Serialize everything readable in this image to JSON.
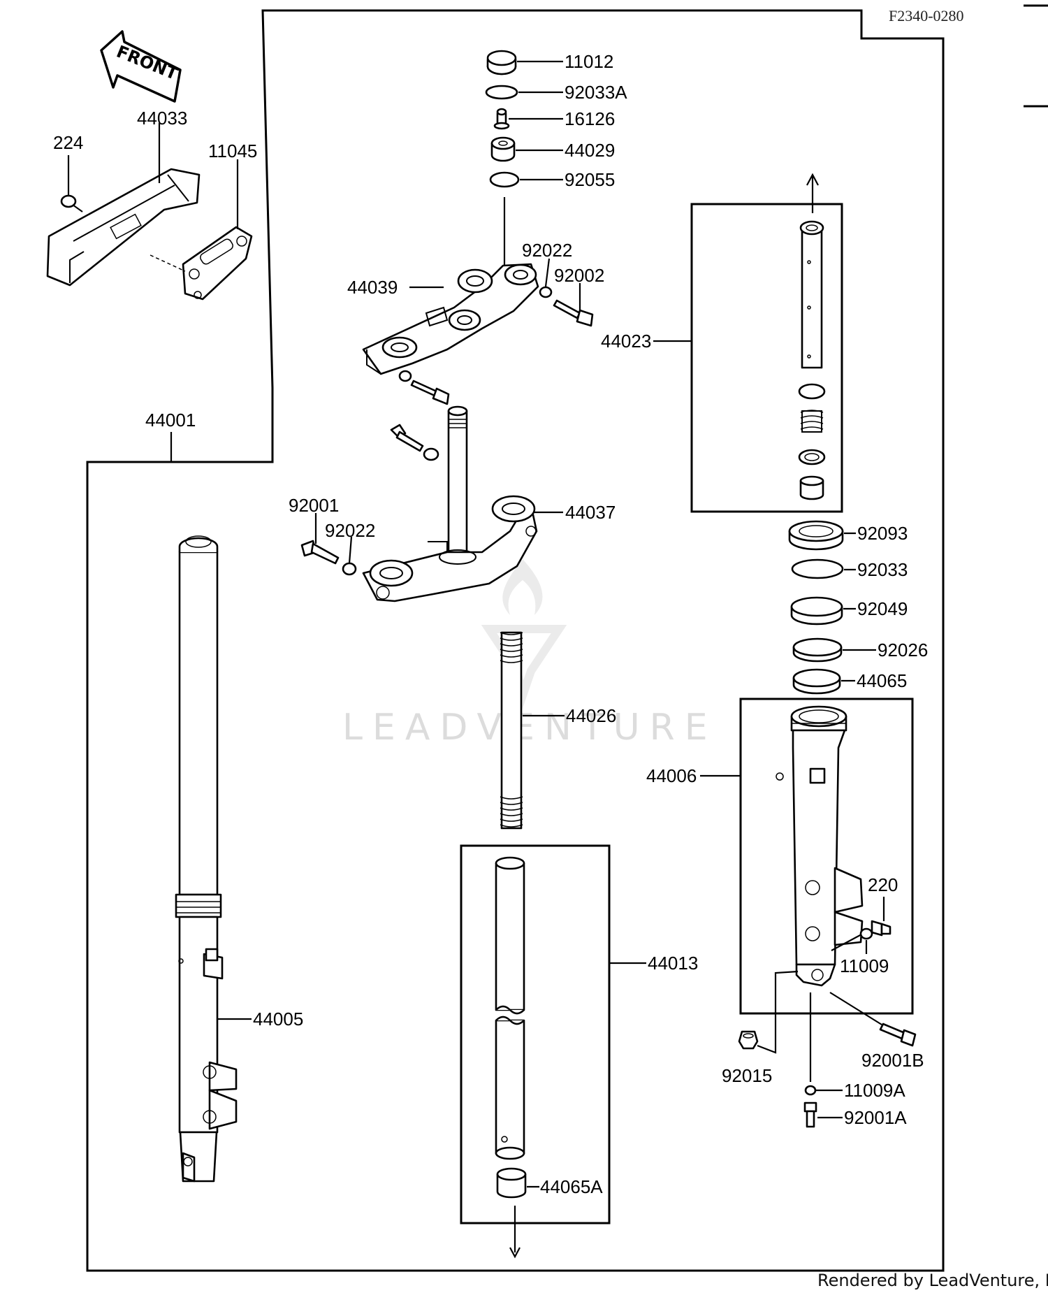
{
  "diagram_code": "F2340-0280",
  "credit": "Rendered by LeadVenture, Inc.",
  "watermark": "LEADVENTURE",
  "front_arrow": "FRONT",
  "callouts": {
    "p11012": "11012",
    "p92033A": "92033A",
    "p16126": "16126",
    "p44029": "44029",
    "p92055": "92055",
    "p92022a": "92022",
    "p92002": "92002",
    "p44039": "44039",
    "p44023": "44023",
    "p44033": "44033",
    "p224": "224",
    "p11045": "11045",
    "p44001": "44001",
    "p92001": "92001",
    "p92022b": "92022",
    "p44037": "44037",
    "p92093": "92093",
    "p92033": "92033",
    "p92049": "92049",
    "p92026": "92026",
    "p44065": "44065",
    "p44026": "44026",
    "p44006": "44006",
    "p220": "220",
    "p11009": "11009",
    "p44013": "44013",
    "p44005": "44005",
    "p92001B": "92001B",
    "p92015": "92015",
    "p11009A": "11009A",
    "p92001A": "92001A",
    "p44065A": "44065A"
  }
}
